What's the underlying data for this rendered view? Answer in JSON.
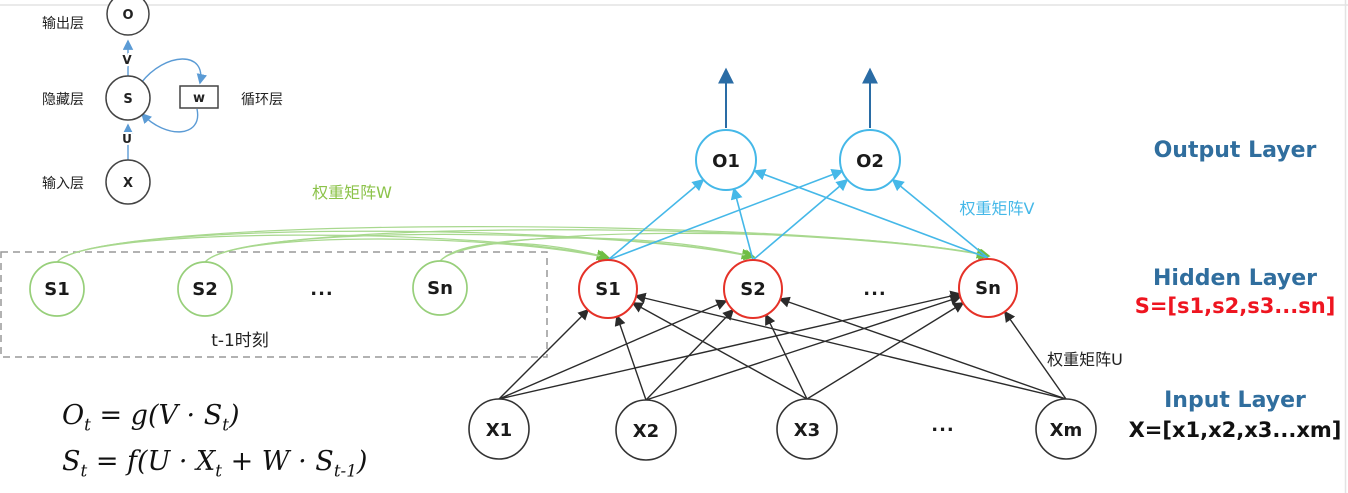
{
  "mini_diagram": {
    "labels": {
      "output": "输出层",
      "hidden": "隐藏层",
      "input": "输入层",
      "recurrent": "循环层"
    },
    "nodes": {
      "output": "O",
      "hidden": "S",
      "input": "X",
      "weight_box": "w"
    },
    "edges": {
      "v": "V",
      "u": "U"
    }
  },
  "prev_state_box": {
    "caption": "t-1时刻",
    "nodes": [
      "S1",
      "S2",
      "...",
      "Sn"
    ]
  },
  "hidden_layer": {
    "nodes": [
      "S1",
      "S2",
      "...",
      "Sn"
    ]
  },
  "output_layer": {
    "nodes": [
      "O1",
      "O2"
    ]
  },
  "input_layer": {
    "nodes": [
      "X1",
      "X2",
      "X3",
      "...",
      "Xm"
    ]
  },
  "weight_labels": {
    "w": "权重矩阵W",
    "v": "权重矩阵V",
    "u": "权重矩阵U"
  },
  "side_labels": {
    "output": "Output Layer",
    "hidden": "Hidden Layer",
    "hidden_vector": "S=[s1,s2,s3...sn]",
    "input": "Input Layer",
    "input_vector": "X=[x1,x2,x3...xm]"
  },
  "formulas": {
    "output": {
      "p1": "O",
      "s1": "t",
      "p2": " = g(V · S",
      "s2": "t",
      "p3": ")"
    },
    "state": {
      "p1": "S",
      "s1": "t",
      "p2": " = f(U · X",
      "s2": "t",
      "p3": " + W · S",
      "s3": "t-1",
      "p4": ")"
    }
  },
  "colors": {
    "green": "#8cc34a",
    "red": "#e53228",
    "cyan": "#45b8e8",
    "dark_blue": "#2a6ca5",
    "label_blue": "#306e9e",
    "black": "#2b2b2b"
  }
}
